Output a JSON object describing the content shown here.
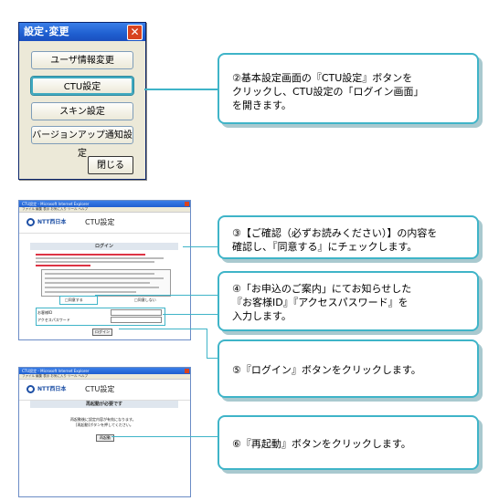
{
  "dialog": {
    "title": "設定･変更",
    "buttons": [
      "ユーザ情報変更",
      "CTU設定",
      "スキン設定",
      "バージョンアップ通知設定"
    ],
    "close_label": "閉じる"
  },
  "callouts": [
    "②基本設定画面の『CTU設定』ボタンを\nクリックし、CTU設定の「ログイン画面」\nを開きます。",
    "③【ご確認（必ずお読みください）】の内容を\n確認し、『同意する』にチェックします。",
    "④「お申込のご案内」にてお知らせした\n『お客様ID』『アクセスパスワード』を\n入力します。",
    "⑤『ログイン』ボタンをクリックします。",
    "⑥『再起動』ボタンをクリックします。"
  ],
  "browser1": {
    "window_title": "CTU設定 - Microsoft Internet Explorer",
    "menu": "ファイル 編集 表示 お気に入り ツール ヘルプ",
    "logo": "NTT西日本",
    "page_title": "CTU設定",
    "section_title": "ログイン",
    "agree_label": "□同意する",
    "disagree_label": "□同意しない",
    "customer_id_label": "お客様ID",
    "password_label": "アクセスパスワード",
    "login_button": "ログイン"
  },
  "browser2": {
    "window_title": "CTU設定 - Microsoft Internet Explorer",
    "menu": "ファイル 編集 表示 お気に入り ツール ヘルプ",
    "logo": "NTT西日本",
    "page_title": "CTU設定",
    "section_title": "再起動が必要です",
    "message1": "再起動後に設定内容が有効になります。",
    "message2": "[再起動]ボタンを押してください。",
    "restart_button": "再起動"
  }
}
